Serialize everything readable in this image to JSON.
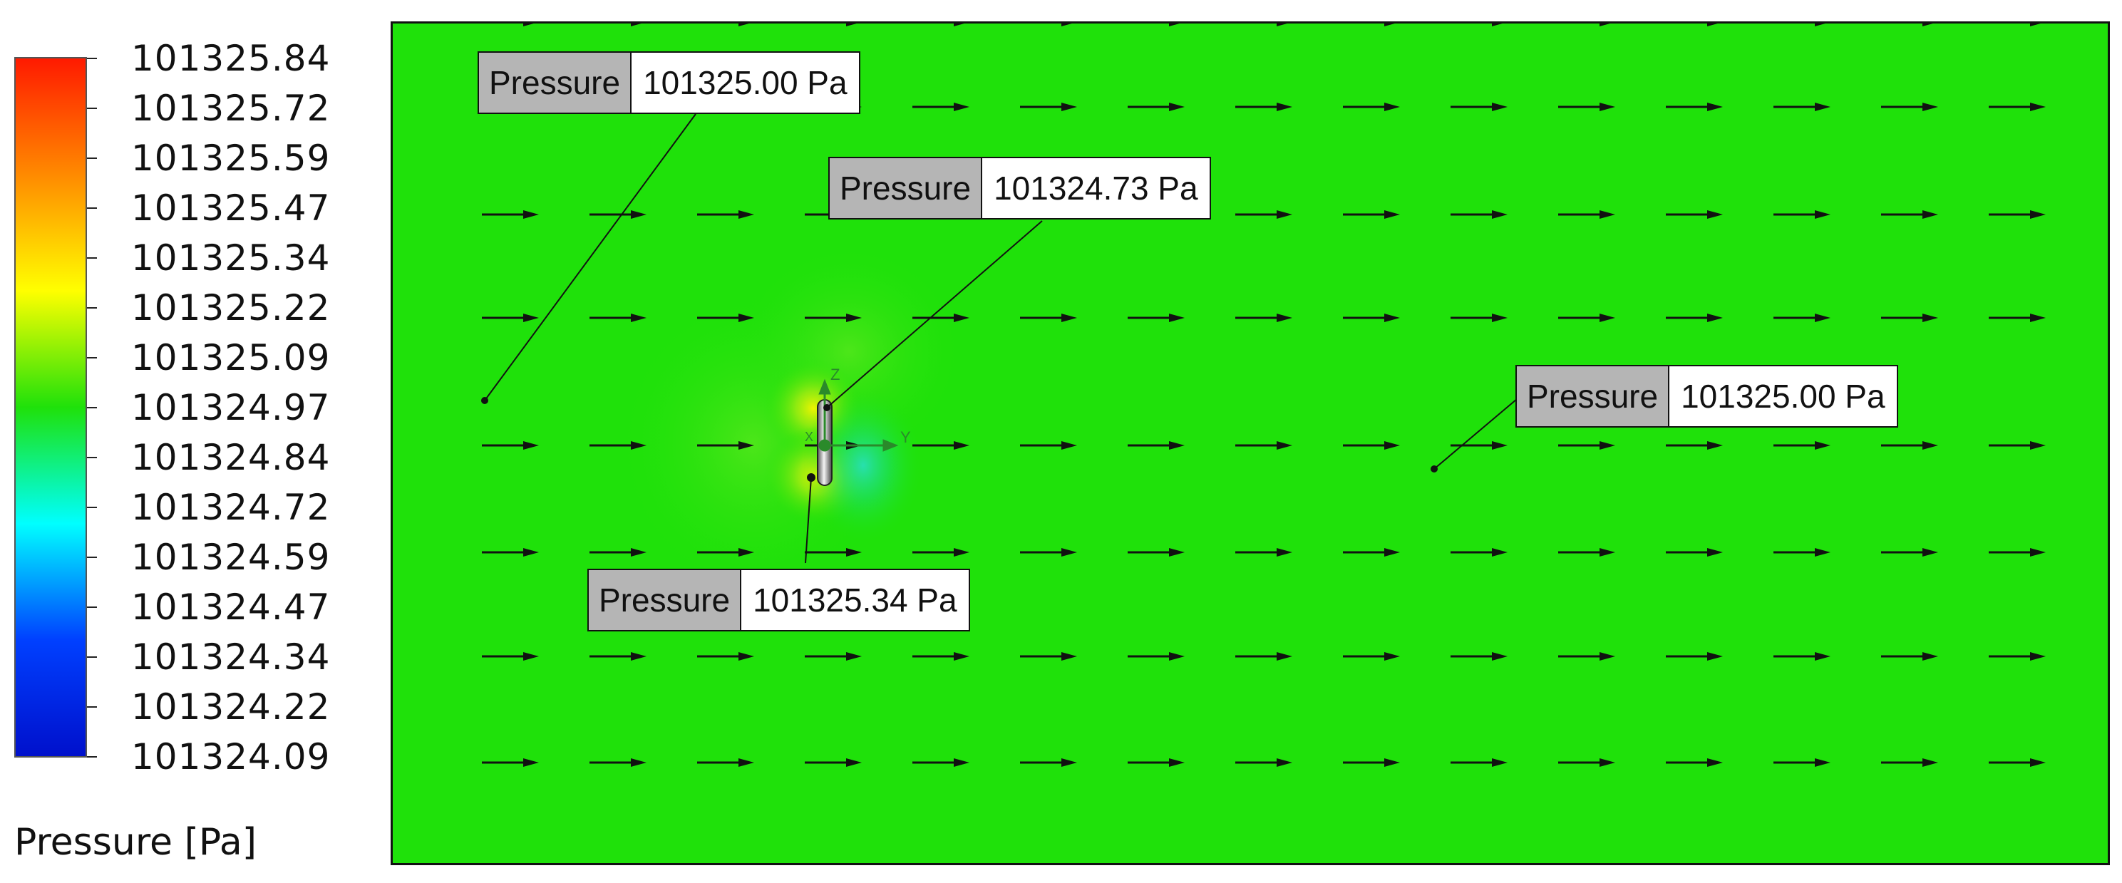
{
  "legend": {
    "title": "Pressure [Pa]",
    "ticks": [
      "101325.84",
      "101325.72",
      "101325.59",
      "101325.47",
      "101325.34",
      "101325.22",
      "101325.09",
      "101324.97",
      "101324.84",
      "101324.72",
      "101324.59",
      "101324.47",
      "101324.34",
      "101324.22",
      "101324.09"
    ],
    "colormap": [
      "#ff1a00",
      "#ff8a00",
      "#ffff00",
      "#1fe10a",
      "#00ffff",
      "#0040ff",
      "#0010cc"
    ]
  },
  "plot": {
    "background": "#1fe10a",
    "arrow_color": "#111111",
    "flow_direction": "+Y"
  },
  "axes_triad": {
    "labels": {
      "z": "Z",
      "y": "Y",
      "x": "X"
    },
    "color": "#2a8a2a"
  },
  "probes": [
    {
      "id": "probe-1",
      "name": "Pressure",
      "value": "101325.00 Pa"
    },
    {
      "id": "probe-2",
      "name": "Pressure",
      "value": "101324.73 Pa"
    },
    {
      "id": "probe-3",
      "name": "Pressure",
      "value": "101325.00 Pa"
    },
    {
      "id": "probe-4",
      "name": "Pressure",
      "value": "101325.34 Pa"
    }
  ]
}
